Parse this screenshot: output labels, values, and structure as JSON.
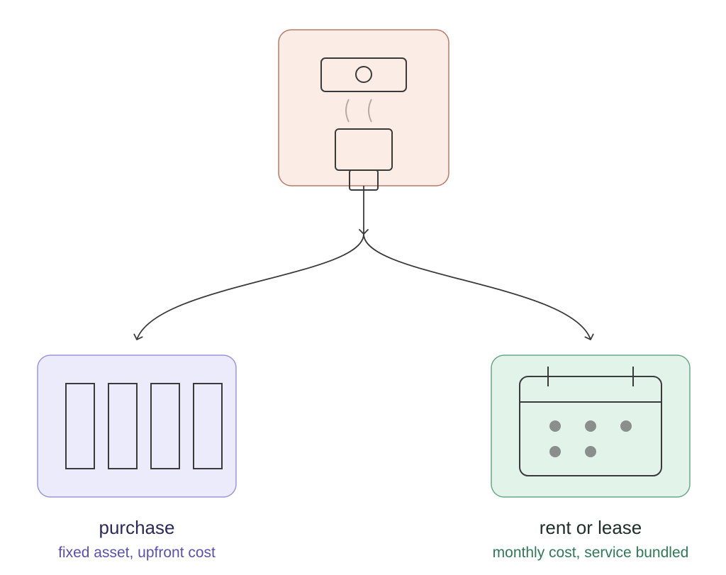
{
  "nodes": {
    "purchase": {
      "title": "purchase",
      "subtitle": "fixed asset, upfront cost",
      "icon": "battery-cells-icon"
    },
    "rent_or_lease": {
      "title": "rent or lease",
      "subtitle": "monthly cost, service bundled",
      "icon": "calendar-icon"
    },
    "source": {
      "icon": "charger-plug-icon"
    }
  },
  "colors": {
    "source_fill": "#fbece6",
    "source_stroke": "#b87a66",
    "purchase_fill": "#ecebfb",
    "purchase_stroke": "#9a96d8",
    "purchase_title": "#2c2a5a",
    "purchase_sub": "#5a50b0",
    "lease_fill": "#e2f3ea",
    "lease_stroke": "#6aa888",
    "lease_title": "#1f2e27",
    "lease_sub": "#2e7a56",
    "line": "#3a3a3a",
    "dot": "#8a8f8c"
  }
}
